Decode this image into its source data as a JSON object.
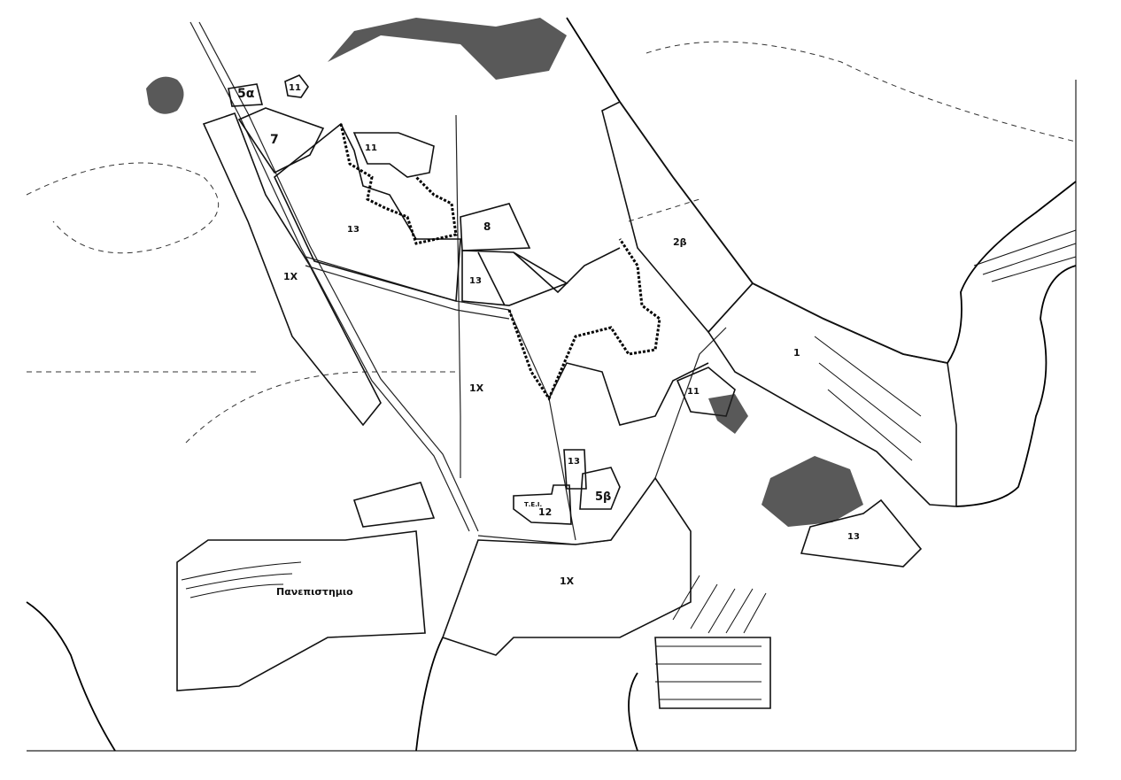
{
  "map": {
    "zone_labels": [
      {
        "id": "z5a",
        "text": "5α"
      },
      {
        "id": "z11a",
        "text": "11"
      },
      {
        "id": "z7",
        "text": "7"
      },
      {
        "id": "z11b",
        "text": "11"
      },
      {
        "id": "z13a",
        "text": "13"
      },
      {
        "id": "z8",
        "text": "8"
      },
      {
        "id": "z13b",
        "text": "13"
      },
      {
        "id": "z1xa",
        "text": "1Χ"
      },
      {
        "id": "z2b",
        "text": "2β"
      },
      {
        "id": "z1",
        "text": "1"
      },
      {
        "id": "z1xb",
        "text": "1Χ"
      },
      {
        "id": "z11c",
        "text": "11"
      },
      {
        "id": "z13c",
        "text": "13"
      },
      {
        "id": "ztei",
        "text": "Τ.Ε.Ι."
      },
      {
        "id": "z12",
        "text": "12"
      },
      {
        "id": "z5b",
        "text": "5β"
      },
      {
        "id": "z13d",
        "text": "13"
      },
      {
        "id": "z1xc",
        "text": "1Χ"
      }
    ],
    "place_label": "Πανεπιστημιο"
  }
}
